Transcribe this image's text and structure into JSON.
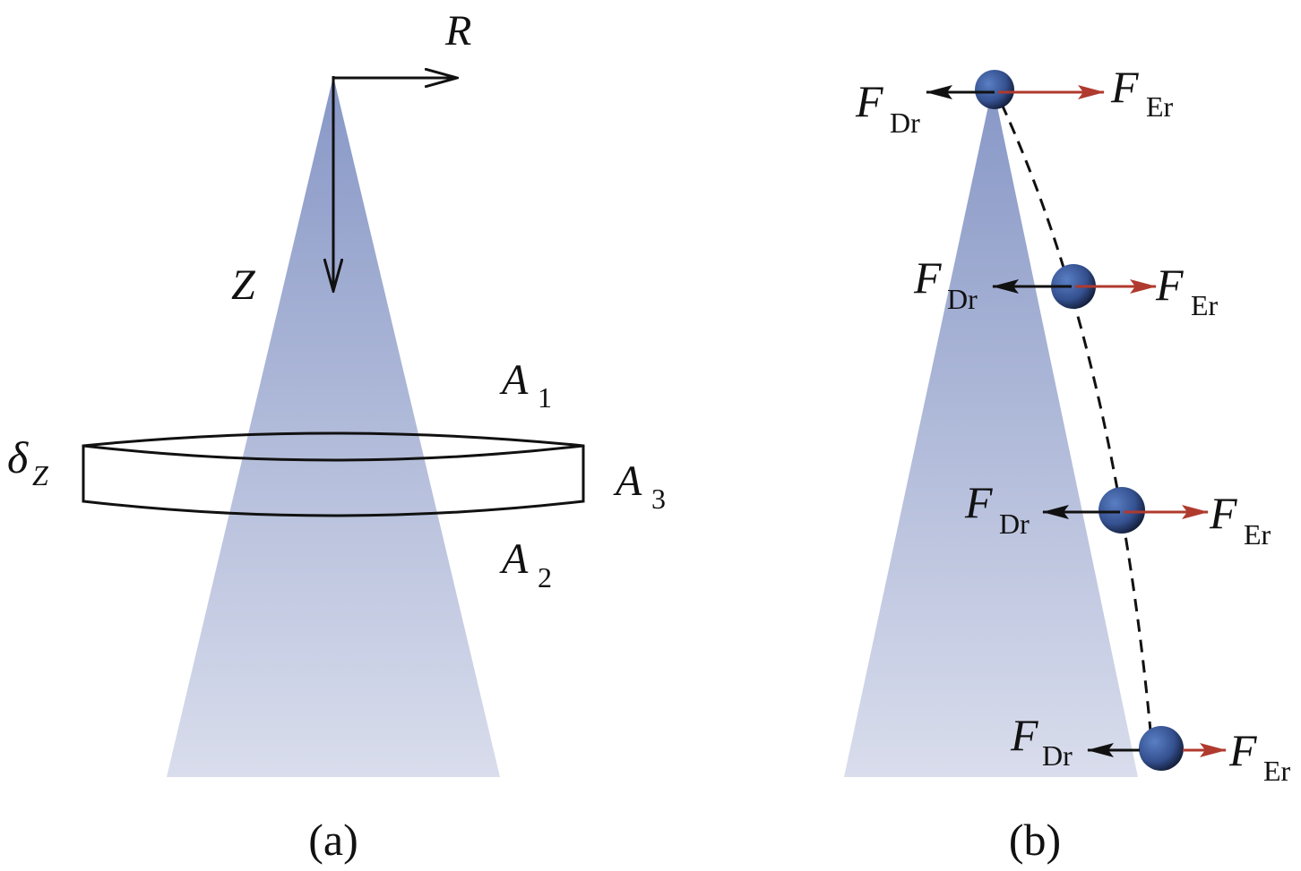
{
  "panel_a": {
    "axis_r": "R",
    "axis_z": "Z",
    "delta": "δ",
    "delta_sub": "Z",
    "area1": "A",
    "area1_sub": "1",
    "area2": "A",
    "area2_sub": "2",
    "area3": "A",
    "area3_sub": "3",
    "caption": "(a)"
  },
  "panel_b": {
    "forces": [
      {
        "drag": "F",
        "drag_sub": "Dr",
        "electric": "F",
        "electric_sub": "Er"
      },
      {
        "drag": "F",
        "drag_sub": "Dr",
        "electric": "F",
        "electric_sub": "Er"
      },
      {
        "drag": "F",
        "drag_sub": "Dr",
        "electric": "F",
        "electric_sub": "Er"
      },
      {
        "drag": "F",
        "drag_sub": "Dr",
        "electric": "F",
        "electric_sub": "Er"
      }
    ],
    "caption": "(b)"
  },
  "colors": {
    "cone_top": "#8797c6",
    "cone_bottom": "#d9ddec",
    "drag_arrow": "#111111",
    "electric_arrow": "#b03a2e",
    "particle": "#34508f"
  }
}
